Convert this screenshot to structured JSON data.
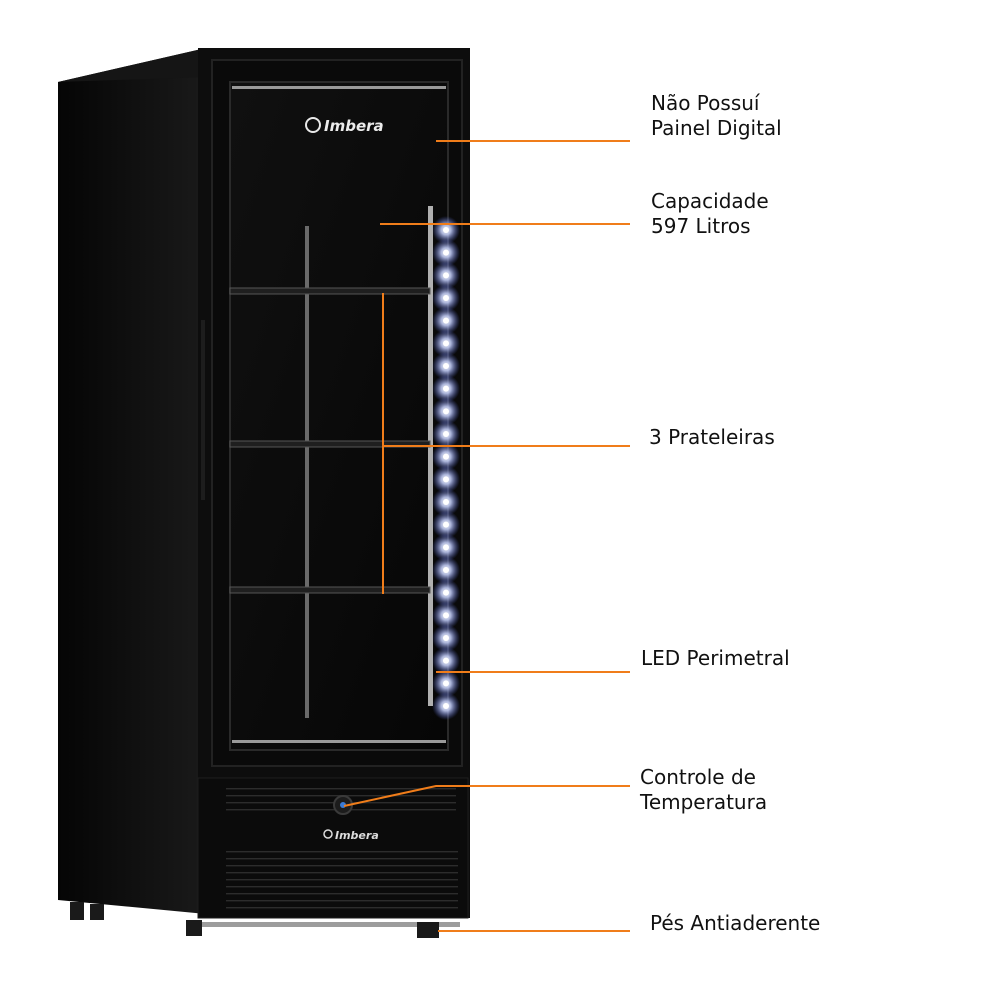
{
  "brand": {
    "logo_text": "Imbera",
    "logo_text_base": "Imbera"
  },
  "colors": {
    "accent": "#f07d1a",
    "cabinet": "#0c0c0c",
    "led": "#cfd8ff",
    "text": "#111111"
  },
  "callouts": [
    {
      "id": "painel",
      "lines": [
        "Não Possuí",
        "Painel Digital"
      ]
    },
    {
      "id": "capacidade",
      "lines": [
        "Capacidade",
        "597 Litros"
      ]
    },
    {
      "id": "prateleiras",
      "lines": [
        "3 Prateleiras"
      ]
    },
    {
      "id": "led",
      "lines": [
        "LED Perimetral"
      ]
    },
    {
      "id": "controle",
      "lines": [
        "Controle de",
        "Temperatura"
      ]
    },
    {
      "id": "pes",
      "lines": [
        "Pés Antiaderente"
      ]
    }
  ]
}
